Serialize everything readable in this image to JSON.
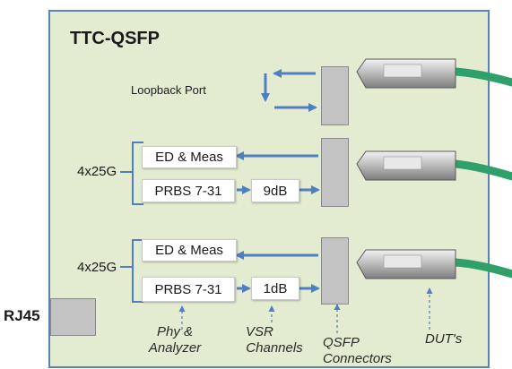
{
  "board": {
    "title": "TTC-QSFP",
    "loopback_label": "Loopback Port",
    "rj45_label": "RJ45",
    "colors": {
      "board_fill": "#e3ebd1",
      "board_border": "#5b82b5",
      "arrow": "#4f7fc0",
      "cable": "#2fa06a"
    }
  },
  "channel_groups": [
    {
      "rate_label": "4x25G",
      "ed_label": "ED & Meas",
      "prbs_label": "PRBS 7-31",
      "atten_label": "9dB"
    },
    {
      "rate_label": "4x25G",
      "ed_label": "ED & Meas",
      "prbs_label": "PRBS 7-31",
      "atten_label": "1dB"
    }
  ],
  "captions": {
    "phy_line1": "Phy &",
    "phy_line2": "Analyzer",
    "vsr_line1": "VSR",
    "vsr_line2": "Channels",
    "qsfp_line1": "QSFP",
    "qsfp_line2": "Connectors",
    "dut": "DUT's"
  }
}
